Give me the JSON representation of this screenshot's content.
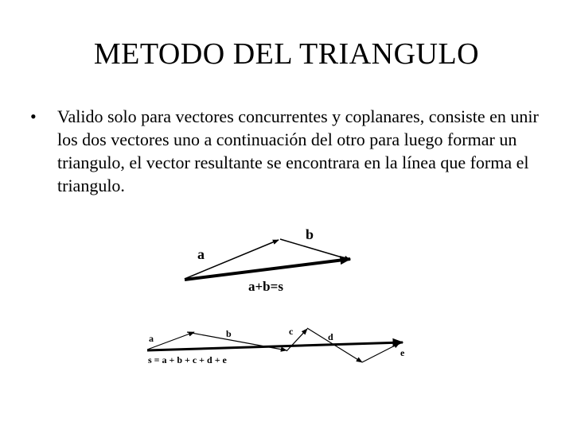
{
  "slide": {
    "title": "METODO DEL TRIANGULO",
    "bullet_symbol": "•",
    "bullet_text": "Valido solo para vectores concurrentes y coplanares, consiste en unir los dos vectores uno a continuación del otro para luego formar un triangulo, el vector resultante se encontrara en la línea que forma el triangulo."
  },
  "figure_top": {
    "label_a": "a",
    "label_b": "b",
    "label_sum": "a+b=s"
  },
  "figure_bottom": {
    "label_a": "a",
    "label_b": "b",
    "label_c": "c",
    "label_d": "d",
    "label_e": "e",
    "label_sum": "s = a + b + c + d + e"
  }
}
